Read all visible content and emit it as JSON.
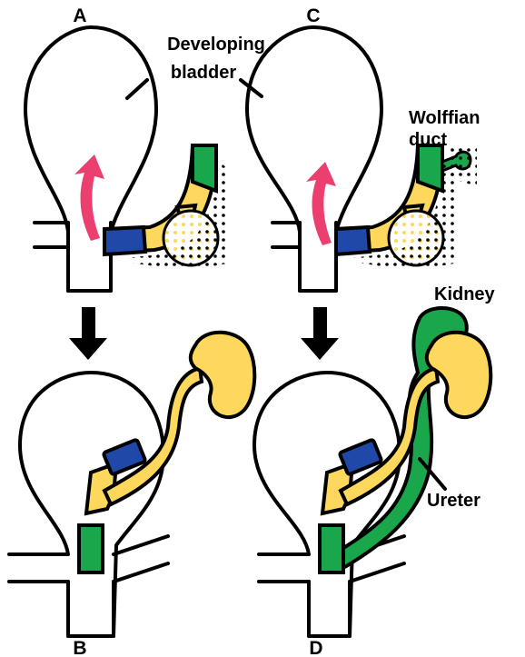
{
  "panels": {
    "a": "A",
    "b": "B",
    "c": "C",
    "d": "D"
  },
  "labels": {
    "developing": "Developing",
    "bladder": "bladder",
    "wolffian": "Wolffian",
    "duct": "duct",
    "kidney": "Kidney",
    "ureter": "Ureter"
  },
  "colors": {
    "green": "#1aa64b",
    "yellow": "#fdd85d",
    "blue": "#1f48a8",
    "pink": "#ea3f6f",
    "outline": "#000000"
  }
}
